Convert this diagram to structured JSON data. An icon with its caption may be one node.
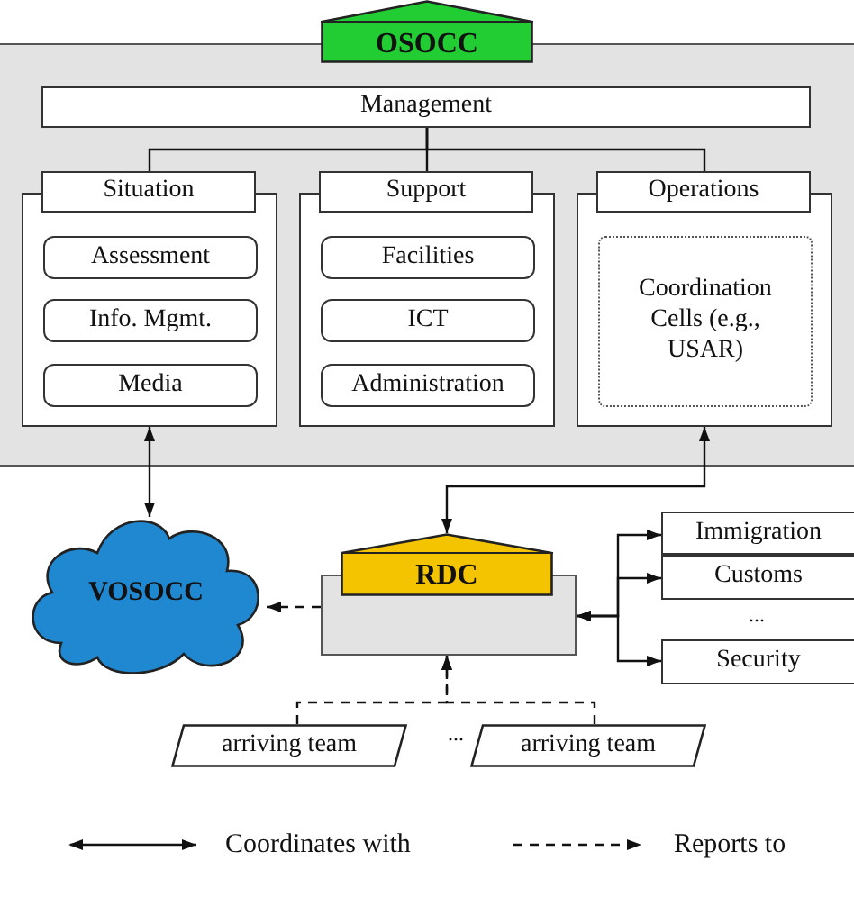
{
  "diagram": {
    "nodes": [
      {
        "text": [
          "OSOCC"
        ]
      },
      {
        "text": [
          "Management"
        ],
        "in": 0
      },
      {
        "text": [],
        "shape": "box",
        "in": 0
      },
      {
        "text": [
          "Situation"
        ],
        "in": 0
      },
      {
        "text": [
          "Assessment"
        ],
        "in": 2
      },
      {
        "text": [
          "Info. Mgmt."
        ],
        "in": 2
      },
      {
        "text": [
          "Media"
        ],
        "in": 2
      },
      {
        "text": [],
        "shape": "box",
        "in": 0
      },
      {
        "text": [
          "Support"
        ],
        "in": 0
      },
      {
        "text": [
          "Facilities"
        ],
        "in": 7
      },
      {
        "text": [
          "ICT"
        ],
        "in": 7
      },
      {
        "text": [
          "Administration"
        ],
        "in": 7
      },
      {
        "text": [],
        "shape": "box",
        "in": 0
      },
      {
        "text": [
          "Operations"
        ],
        "in": 0
      },
      {
        "text": [
          "Coordination Cells (e.g., USAR)"
        ],
        "in": 12
      },
      {
        "text": [
          "VOSOCC"
        ]
      },
      {
        "text": [
          "RDC"
        ]
      },
      {
        "text": [
          "Immigration"
        ]
      },
      {
        "text": [
          "Customs"
        ]
      },
      {
        "text": [
          "Security"
        ]
      },
      {
        "text": [
          "arriving team"
        ]
      },
      {
        "text": [
          "arriving team"
        ]
      }
    ],
    "edges": [
      {
        "from": 1,
        "to": 3,
        "arrow": "none"
      },
      {
        "from": 1,
        "to": 8,
        "arrow": "none"
      },
      {
        "from": 1,
        "to": 13,
        "arrow": "none"
      },
      {
        "from": 2,
        "to": 15,
        "arrow": "both"
      },
      {
        "from": 12,
        "to": 16,
        "arrow": "both"
      },
      {
        "from": 16,
        "to": 15,
        "arrow": "to",
        "style": "dashed"
      },
      {
        "from": 17,
        "to": 16,
        "arrow": "both"
      },
      {
        "from": 18,
        "to": 16,
        "arrow": "both"
      },
      {
        "from": 19,
        "to": 16,
        "arrow": "both"
      },
      {
        "from": 20,
        "to": 16,
        "arrow": "to",
        "style": "dashed"
      },
      {
        "from": 21,
        "to": 16,
        "arrow": "to",
        "style": "dashed"
      }
    ],
    "labels": [
      "...",
      "..."
    ],
    "legend": [
      {
        "text": "Coordinates with"
      },
      {
        "text": "Reports to"
      }
    ]
  }
}
